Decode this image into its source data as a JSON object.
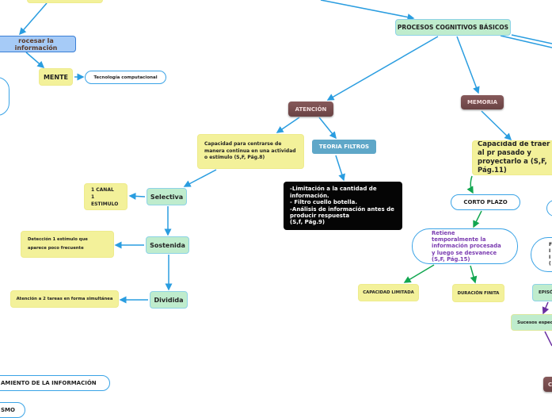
{
  "nodes": {
    "procesar": "rocesar la información",
    "mente": "MENTE",
    "tecnologia": "Tecnología computacional",
    "root": "PROCESOS COGNITIVOS BÁSICOS",
    "atencion": "ATENCIÓN",
    "memoria": "MEMORIA",
    "atencion_def": "Capacidad para centrarse de manera continua en una actividad o estímulo (S,F, Pág.8)",
    "teoria_filtros": "TEORIA FILTROS",
    "filtros_def": "-Limitación a la cantidad de información.\n- Filtro cuello botella.\n-Análisis de información antes de producir respuesta\n(S,f, Pág.9)",
    "memoria_def": "Capacidad de traer al pr pasado y proyectarlo a (S,F, Pág.11)",
    "corto_plazo": "CORTO PLAZO",
    "retiene": "Retiene temporalmente la información procesada y luego se desvanece (S,F, Pág.15)",
    "capacidad_limitada": "CAPACIDAD LIMITADA",
    "duracion_finita": "DURACIÓN FINITA",
    "episodica": "EPISÓ",
    "sucesos": "Sucesos especi",
    "selectiva": "Selectiva",
    "selectiva_def": "1 CANAL\n1 ESTIMULO",
    "sostenida": "Sostenida",
    "sostenida_def": "Detección 1 estímulo que aparece poco frecuente",
    "dividida": "Dividida",
    "dividida_def": "Atención a 2 tareas en forma simultánea",
    "procesamiento": "AMIENTO DE LA INFORMACIÓN",
    "smo": "SMO",
    "partial_right": "F\nI\nI\n(",
    "partial_dark": "C"
  },
  "colors": {
    "link": "#2a9de0",
    "memory_link": "#11a650",
    "episodic_link": "#6a2fa0",
    "purple_text": "#7a3bb0"
  }
}
